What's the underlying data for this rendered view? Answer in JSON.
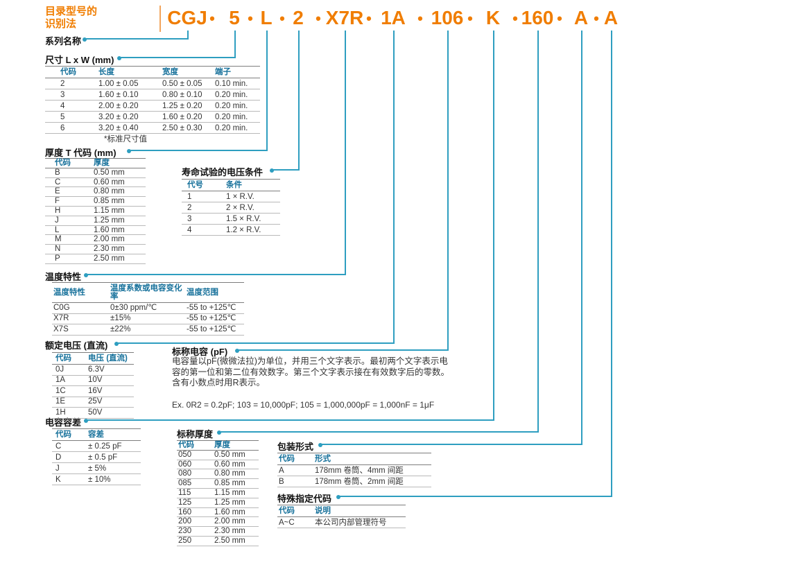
{
  "kicker": {
    "line1": "目录型号的",
    "line2": "识别法"
  },
  "part_number": {
    "segments": [
      "CGJ",
      "5",
      "L",
      "2",
      "X7R",
      "1A",
      "106",
      "K",
      "160",
      "A",
      "A"
    ],
    "separator": "•"
  },
  "sections": {
    "series": {
      "title": "系列名称"
    },
    "size": {
      "title": "尺寸 L x W (mm)",
      "headers": [
        "代码",
        "长度",
        "宽度",
        "端子"
      ],
      "rows": [
        [
          "2",
          "1.00 ± 0.05",
          "0.50 ± 0.05",
          "0.10 min."
        ],
        [
          "3",
          "1.60 ± 0.10",
          "0.80 ± 0.10",
          "0.20 min."
        ],
        [
          "4",
          "2.00 ± 0.20",
          "1.25 ± 0.20",
          "0.20 min."
        ],
        [
          "5",
          "3.20 ± 0.20",
          "1.60 ± 0.20",
          "0.20 min."
        ],
        [
          "6",
          "3.20 ± 0.40",
          "2.50 ± 0.30",
          "0.20 min."
        ]
      ],
      "footnote": "*标准尺寸值"
    },
    "thickness_code": {
      "title": "厚度 T 代码 (mm)",
      "headers": [
        "代码",
        "厚度"
      ],
      "rows": [
        [
          "B",
          "0.50 mm"
        ],
        [
          "C",
          "0.60 mm"
        ],
        [
          "E",
          "0.80 mm"
        ],
        [
          "F",
          "0.85 mm"
        ],
        [
          "H",
          "1.15 mm"
        ],
        [
          "J",
          "1.25 mm"
        ],
        [
          "L",
          "1.60 mm"
        ],
        [
          "M",
          "2.00 mm"
        ],
        [
          "N",
          "2.30 mm"
        ],
        [
          "P",
          "2.50 mm"
        ]
      ]
    },
    "life_test": {
      "title": "寿命试验的电压条件",
      "headers": [
        "代号",
        "条件"
      ],
      "rows": [
        [
          "1",
          "1 × R.V."
        ],
        [
          "2",
          "2 × R.V."
        ],
        [
          "3",
          "1.5 × R.V."
        ],
        [
          "4",
          "1.2 × R.V."
        ]
      ]
    },
    "temperature": {
      "title": "温度特性",
      "headers": [
        "温度特性",
        "温度系数或电容变化率",
        "温度范围"
      ],
      "rows": [
        [
          "C0G",
          "0±30 ppm/℃",
          "-55 to +125℃"
        ],
        [
          "X7R",
          "±15%",
          "-55 to +125℃"
        ],
        [
          "X7S",
          "±22%",
          "-55 to +125℃"
        ]
      ]
    },
    "rated_voltage": {
      "title": "额定电压 (直流)",
      "headers": [
        "代码",
        "电压 (直流)"
      ],
      "rows": [
        [
          "0J",
          "6.3V"
        ],
        [
          "1A",
          "10V"
        ],
        [
          "1C",
          "16V"
        ],
        [
          "1E",
          "25V"
        ],
        [
          "1H",
          "50V"
        ]
      ]
    },
    "capacitance": {
      "title": "标称电容 (pF)",
      "body": "电容量以pF(微微法拉)为单位，并用三个文字表示。最初两个文字表示电容的第一位和第二位有效数字。第三个文字表示接在有效数字后的零数。含有小数点时用R表示。",
      "example": "Ex. 0R2 = 0.2pF; 103 = 10,000pF; 105 = 1,000,000pF = 1,000nF = 1μF"
    },
    "tolerance": {
      "title": "电容容差",
      "headers": [
        "代码",
        "容差"
      ],
      "rows": [
        [
          "C",
          "± 0.25 pF"
        ],
        [
          "D",
          "± 0.5 pF"
        ],
        [
          "J",
          "± 5%"
        ],
        [
          "K",
          "± 10%"
        ]
      ]
    },
    "nominal_thickness": {
      "title": "标称厚度",
      "headers": [
        "代码",
        "厚度"
      ],
      "rows": [
        [
          "050",
          "0.50 mm"
        ],
        [
          "060",
          "0.60 mm"
        ],
        [
          "080",
          "0.80 mm"
        ],
        [
          "085",
          "0.85 mm"
        ],
        [
          "115",
          "1.15 mm"
        ],
        [
          "125",
          "1.25 mm"
        ],
        [
          "160",
          "1.60 mm"
        ],
        [
          "200",
          "2.00 mm"
        ],
        [
          "230",
          "2.30 mm"
        ],
        [
          "250",
          "2.50 mm"
        ]
      ]
    },
    "packaging": {
      "title": "包装形式",
      "headers": [
        "代码",
        "形式"
      ],
      "rows": [
        [
          "A",
          "178mm 卷筒、4mm 间距"
        ],
        [
          "B",
          "178mm 卷筒、2mm 间距"
        ]
      ]
    },
    "special": {
      "title": "特殊指定代码",
      "headers": [
        "代码",
        "说明"
      ],
      "rows": [
        [
          "A~C",
          "本公司内部管理符号"
        ]
      ]
    }
  },
  "colors": {
    "accent_orange": "#F07D00",
    "connector_teal": "#2E9EC0",
    "table_header_blue": "#17719B"
  }
}
